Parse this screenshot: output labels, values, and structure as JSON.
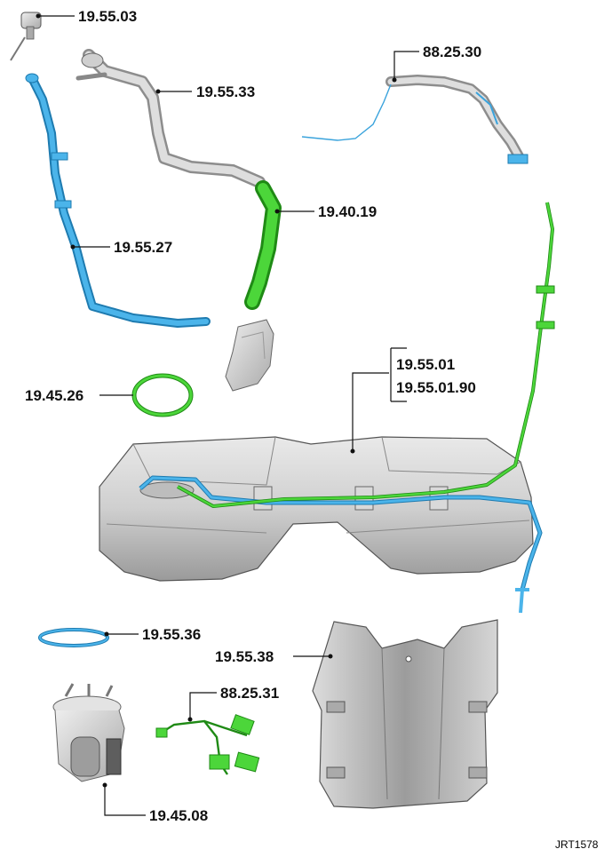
{
  "colors": {
    "blue_pipe": "#3aa3dc",
    "green_pipe": "#3cc02a",
    "grey_part": "#c8c8c8",
    "dark_grey": "#8a8a8a",
    "label": "#111111"
  },
  "labels": {
    "sensor": "19.55.03",
    "filler_neck": "19.55.33",
    "vent_pipe_blue": "19.55.27",
    "filler_hose_green": "19.40.19",
    "harness_top": "88.25.30",
    "o_ring": "19.45.26",
    "tank": "19.55.01",
    "tank_alt": "19.55.01.90",
    "lock_ring": "19.55.36",
    "heat_shield": "19.55.38",
    "harness_bottom": "88.25.31",
    "pump_module": "19.45.08"
  },
  "figure_ref": "JRT1578"
}
